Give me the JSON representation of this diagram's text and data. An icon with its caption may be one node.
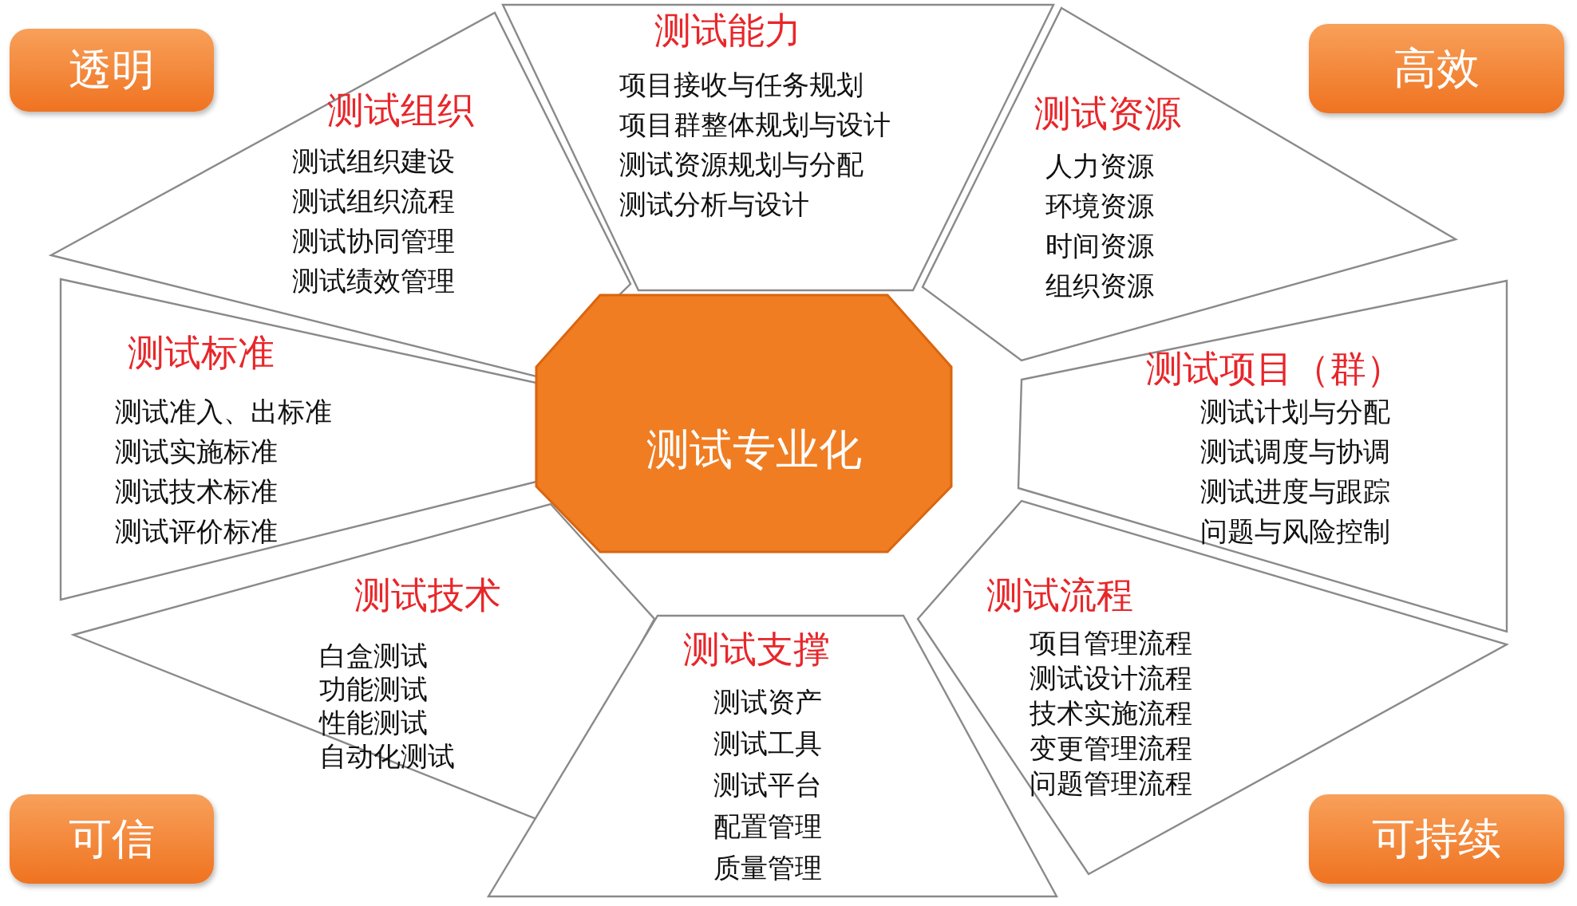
{
  "diagram": {
    "nodes": [
      {
        "text": [
          "透明"
        ]
      },
      {
        "text": [
          "测试能力",
          "项目接收与任务规划",
          "项目群整体规划与设计",
          "测试资源规划与分配",
          "测试分析与设计"
        ]
      },
      {
        "text": [
          "高效"
        ]
      },
      {
        "text": [
          "测试组织",
          "测试组织建设",
          "测试组织流程",
          "测试协同管理",
          "测试绩效管理"
        ]
      },
      {
        "text": [
          "测试资源",
          "人力资源",
          "环境资源",
          "时间资源",
          "组织资源"
        ]
      },
      {
        "text": [
          "测试标准",
          "测试准入、出标准",
          "测试实施标准",
          "测试技术标准",
          "测试评价标准"
        ]
      },
      {
        "text": [
          "测试专业化"
        ]
      },
      {
        "text": [
          "测试项目（群）",
          "测试计划与分配",
          "测试调度与协调",
          "测试进度与跟踪",
          "问题与风险控制"
        ]
      },
      {
        "text": [
          "测试技术",
          "白盒测试",
          "功能测试",
          "性能测试",
          "自动化测试"
        ]
      },
      {
        "text": [
          "测试支撑",
          "测试资产",
          "测试工具",
          "测试平台",
          "配置管理",
          "质量管理"
        ]
      },
      {
        "text": [
          "测试流程",
          "项目管理流程",
          "测试设计流程",
          "技术实施流程",
          "变更管理流程",
          "问题管理流程"
        ]
      },
      {
        "text": [
          "可信"
        ]
      },
      {
        "text": [
          "可持续"
        ]
      }
    ]
  }
}
